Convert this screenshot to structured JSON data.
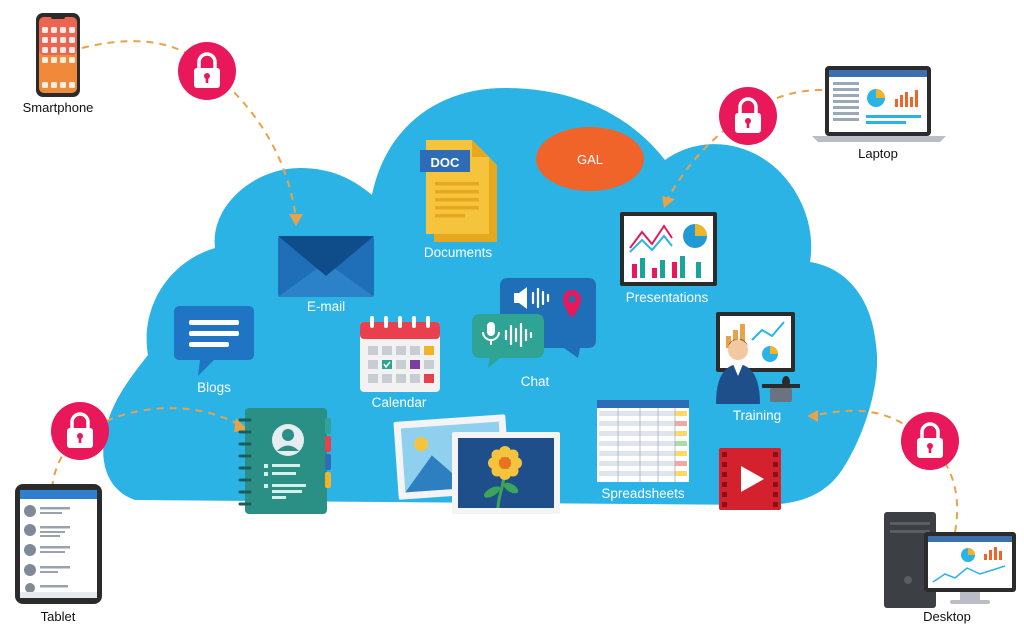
{
  "devices": {
    "smartphone": "Smartphone",
    "laptop": "Laptop",
    "tablet": "Tablet",
    "desktop": "Desktop"
  },
  "services": {
    "documents": "Documents",
    "doc_badge": "DOC",
    "gal": "GAL",
    "email": "E-mail",
    "presentations": "Presentations",
    "blogs": "Blogs",
    "chat": "Chat",
    "calendar": "Calendar",
    "training": "Training",
    "address_book": "Address Book",
    "pictures": "Pictures",
    "spreadsheets": "Spreadsheets",
    "video": "Video"
  },
  "colors": {
    "cloud": "#2bb3e6",
    "lock": "#e8185a",
    "connector": "#e8a24a",
    "gal": "#f0642a"
  }
}
